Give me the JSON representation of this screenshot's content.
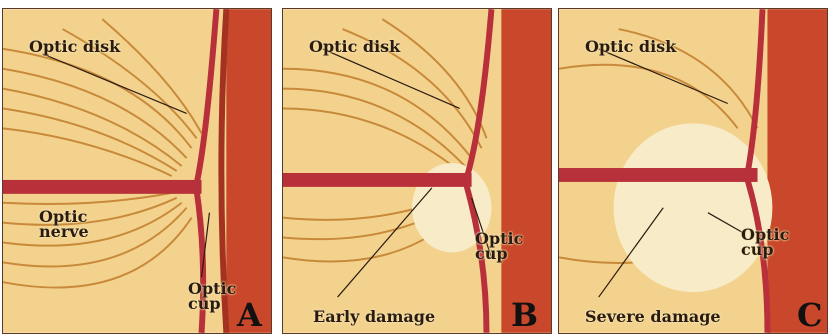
{
  "panels": [
    {
      "letter": "A",
      "labels": {
        "optic_disk": "Optic disk",
        "optic_nerve": "Optic nerve",
        "optic_cup": "Optic cup"
      }
    },
    {
      "letter": "B",
      "labels": {
        "optic_disk": "Optic disk",
        "optic_cup": "Optic cup",
        "damage": "Early damage"
      }
    },
    {
      "letter": "C",
      "labels": {
        "optic_disk": "Optic disk",
        "optic_cup": "Optic cup",
        "damage": "Severe damage"
      }
    }
  ],
  "colors": {
    "background": "#f0c878",
    "fibers": "#c88a3a",
    "vessel": "#b8303a",
    "tissue": "#d0502a",
    "text": "#2a1a10"
  }
}
